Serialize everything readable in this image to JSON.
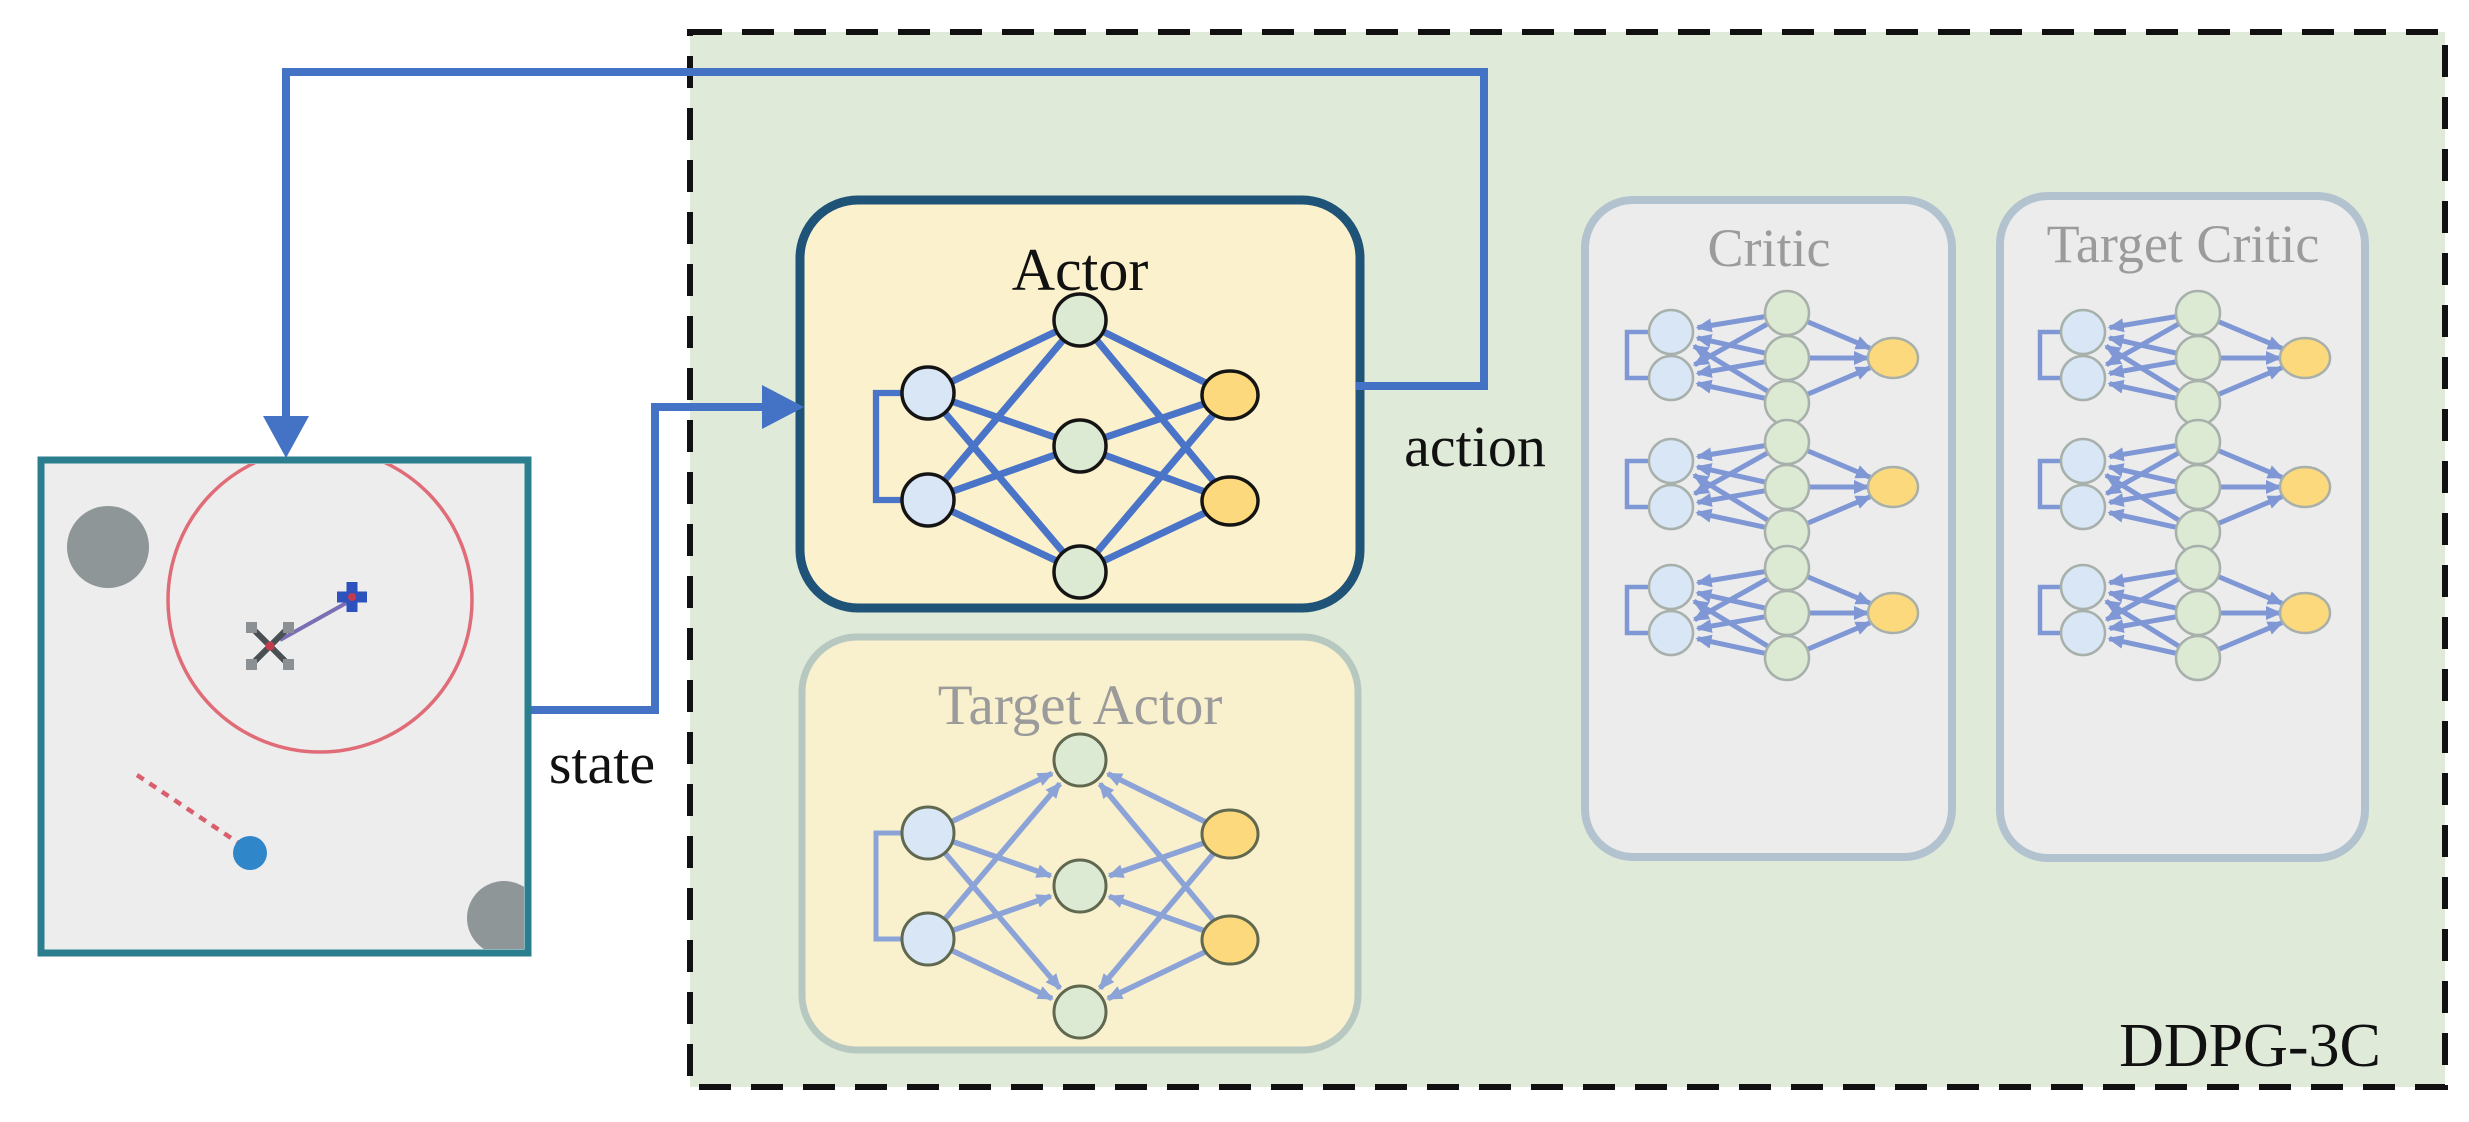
{
  "diagram": {
    "container_label": "DDPG-3C",
    "labels": {
      "actor": "Actor",
      "target_actor": "Target Actor",
      "critic": "Critic",
      "target_critic": "Target Critic",
      "state": "state",
      "action": "action"
    }
  },
  "colors": {
    "page_bg": "#ffffff",
    "container_fill": "#dfead9",
    "container_border": "#111111",
    "actor_fill": "#fcf1cd",
    "actor_border": "#1f5377",
    "target_actor_fill": "#f9f0cd",
    "target_actor_border": "#b7c8c1",
    "critic_fill": "#ececec",
    "critic_border": "#b2c3cf",
    "node_blue": "#d9e6f5",
    "node_green": "#dcead4",
    "node_yellow": "#fcd97c",
    "node_stroke_active": "#141414",
    "node_stroke_faded_olive": "#60684f",
    "node_stroke_faded_gray": "#a7b0ab",
    "conn_active": "#4a74c8",
    "conn_faded": "#8ca3d8",
    "conn_critic": "#7f97d5",
    "flow_arrow": "#4472c4",
    "env_border": "#2b7e8e",
    "env_fill": "#ededed",
    "env_obstacle_gray": "#8e9698",
    "env_range_ring_red": "#e06c78",
    "env_trail_red": "#d95f6e",
    "env_target_blue": "#2f86c9",
    "env_marker_blue": "#2d52be",
    "env_drone_dark": "#4a4f52",
    "env_link_purple": "#7a6fb5"
  }
}
